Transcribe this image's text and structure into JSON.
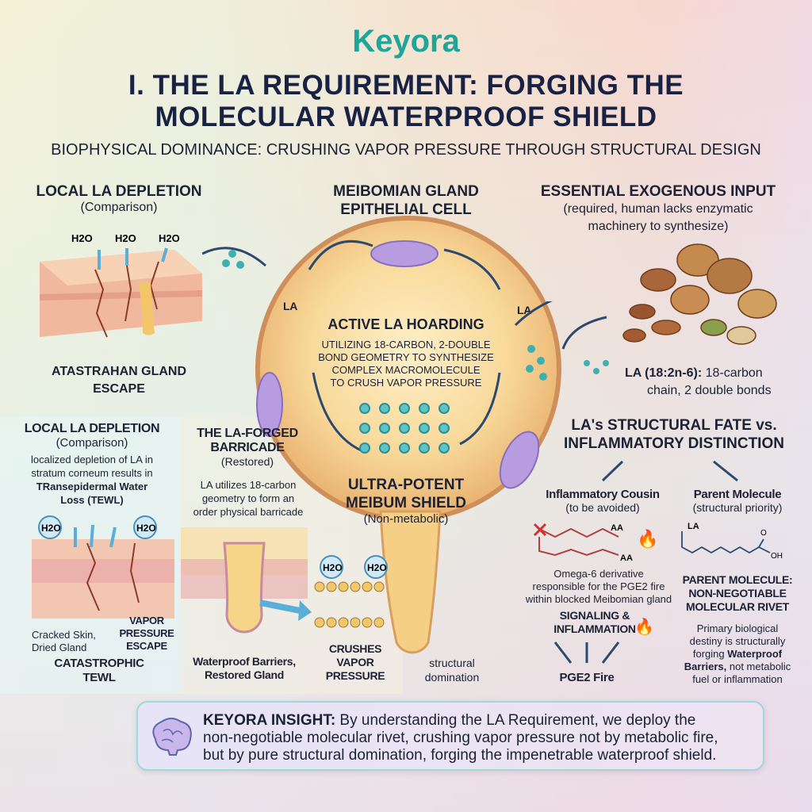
{
  "brand": {
    "logo": "Keyora"
  },
  "header": {
    "title_line1": "I. THE LA REQUIREMENT: FORGING THE",
    "title_line2": "MOLECULAR WATERPROOF SHIELD",
    "subtitle": "BIOPHYSICAL DOMINANCE: CRUSHING VAPOR PRESSURE THROUGH STRUCTURAL DESIGN"
  },
  "top_left": {
    "title": "LOCAL LA DEPLETION",
    "subtitle": "(Comparison)",
    "h2o": [
      "H2O",
      "H2O",
      "H2O"
    ],
    "caption_line1": "ATASTRAHAN GLAND",
    "caption_line2": "ESCAPE"
  },
  "cell": {
    "title_line1": "MEIBOMIAN GLAND",
    "title_line2": "EPITHELIAL CELL",
    "la_left": "LA",
    "la_right": "LA",
    "hoarding_title": "ACTIVE LA HOARDING",
    "hoarding_lines": [
      "UTILIZING 18-CARBON, 2-DOUBLE",
      "BOND GEOMETRY TO SYNTHESIZE",
      "COMPLEX MACROMOLECULE",
      "TO CRUSH VAPOR PRESSURE"
    ],
    "shield_line1": "ULTRA-POTENT",
    "shield_line2": "MEIBUM SHIELD",
    "shield_note": "(Non-metabolic)",
    "tail_line1": "structural",
    "tail_line2": "domination"
  },
  "top_right": {
    "title": "ESSENTIAL EXOGENOUS INPUT",
    "desc_line1": "(required, human lacks enzymatic",
    "desc_line2": "machinery to synthesize)",
    "la_label": "LA (18:2n-6):",
    "la_desc1": "18-carbon",
    "la_desc2": "chain, 2 double bonds"
  },
  "bottom_left": {
    "title": "LOCAL LA DEPLETION",
    "subtitle": "(Comparison)",
    "desc1": "localized depletion of LA in",
    "desc2": "stratum corneum results in",
    "desc_bold1": "TRansepidermal Water",
    "desc_bold2": "Loss (TEWL)",
    "h2o": [
      "H2O",
      "H2O"
    ],
    "label_left1": "Cracked Skin,",
    "label_left2": "Dried Gland",
    "label_right": [
      "VAPOR",
      "PRESSURE",
      "ESCAPE"
    ],
    "footer1": "CATASTROPHIC",
    "footer2": "TEWL"
  },
  "bottom_mid": {
    "title1": "THE LA-FORGED",
    "title2": "BARRICADE",
    "subtitle": "(Restored)",
    "desc": [
      "LA utilizes 18-carbon",
      "geometry to form an",
      "order physical barricade"
    ],
    "h2o": [
      "H2O",
      "H2O"
    ],
    "label1": "Waterproof Barriers,",
    "label2": "Restored Gland",
    "crush": [
      "CRUSHES",
      "VAPOR",
      "PRESSURE"
    ]
  },
  "bottom_right": {
    "title1": "LA's STRUCTURAL FATE vs.",
    "title2": "INFLAMMATORY DISTINCTION",
    "left": {
      "title": "Inflammatory Cousin",
      "subtitle": "(to be avoided)",
      "aa1": "AA",
      "aa2": "AA",
      "desc": [
        "Omega-6 derivative",
        "responsible for the PGE2 fire",
        "within blocked Meibomian gland"
      ],
      "signal1": "SIGNALING &",
      "signal2": "INFLAMMATION",
      "result": "PGE2 Fire"
    },
    "right": {
      "title": "Parent Molecule",
      "subtitle": "(structural priority)",
      "la": "LA",
      "o": "O",
      "oh": "OH",
      "head": [
        "PARENT MOLECULE:",
        "NON-NEGOTIABLE",
        "MOLECULAR RIVET"
      ],
      "desc1": "Primary biological",
      "desc2": "destiny is structurally",
      "desc3_pre": "forging ",
      "desc3_bold": "Waterproof",
      "desc4_bold": "Barriers,",
      "desc4_post": " not metabolic",
      "desc5": "fuel or inflammation"
    }
  },
  "insight": {
    "label": "KEYORA INSIGHT:",
    "line1": " By understanding the LA Requirement, we deploy the",
    "line2": "non-negotiable molecular rivet, crushing vapor pressure not by metabolic fire,",
    "line3": "but by pure structural domination, forging the impenetrable waterproof shield."
  },
  "colors": {
    "navy": "#172244",
    "teal": "#1fa59a",
    "cell": "#f6cf8a",
    "accent_blue": "#2c4a6e"
  }
}
